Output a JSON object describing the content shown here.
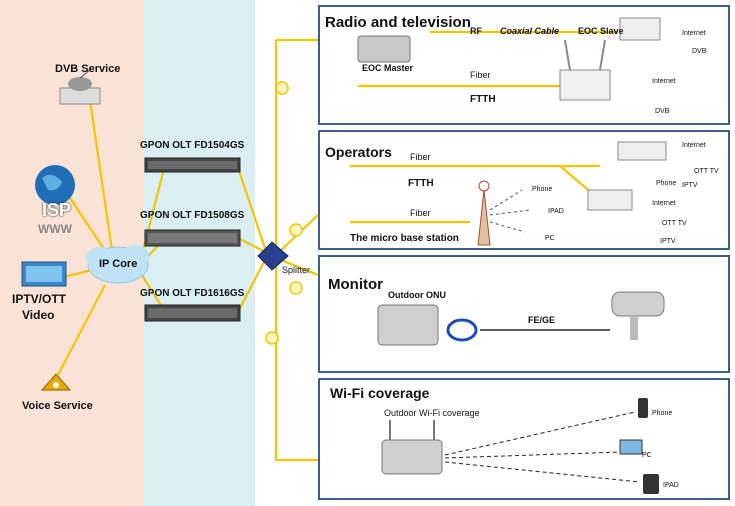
{
  "colors": {
    "left_zone": "#fbe2d6",
    "mid_zone": "#daeef3",
    "frame": "#3a5f8a",
    "line": "#f5c400",
    "fiber": "#c9a300"
  },
  "left": {
    "dvb": "DVB Service",
    "isp": "ISP",
    "www": "WWW",
    "iptv_1": "IPTV/OTT",
    "iptv_2": "Video",
    "voice": "Voice Service",
    "core": "IP Core"
  },
  "olts": [
    "GPON OLT FD1504GS",
    "GPON OLT FD1508GS",
    "GPON OLT FD1616GS"
  ],
  "splitter": "Splitter",
  "panels": {
    "radio": {
      "title": "Radio and television",
      "rf": "RF",
      "coax": "Coaxial Cable",
      "eoc_slave": "EOC Slave",
      "eoc_master": "EOC Master",
      "fiber": "Fiber",
      "ftth": "FTTH",
      "internet": "Internet",
      "dvb": "DVB",
      "internet2": "Internet",
      "dvb2": "DVB"
    },
    "operators": {
      "title": "Operators",
      "fiber1": "Fiber",
      "ftth": "FTTH",
      "fiber2": "Fiber",
      "base": "The micro base station",
      "phone": "Phone",
      "ipad": "IPAD",
      "pc": "PC",
      "internet": "Internet",
      "ott": "OTT TV",
      "phone2": "Phone",
      "iptv": "IPTV",
      "internet2": "Internet",
      "ott2": "OTT TV",
      "iptv2": "IPTV"
    },
    "monitor": {
      "title": "Monitor",
      "onu": "Outdoor ONU",
      "fege": "FE/GE"
    },
    "wifi": {
      "title": "Wi-Fi coverage",
      "outdoor": "Outdoor Wi-Fi coverage",
      "phone": "Phone",
      "pc": "PC",
      "ipad": "IPAD"
    }
  }
}
